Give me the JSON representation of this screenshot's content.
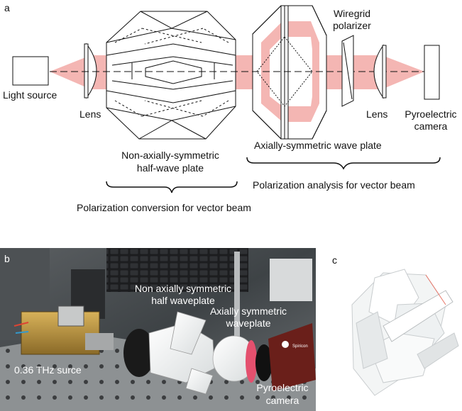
{
  "panel_a": {
    "letter": "a",
    "labels": {
      "light_source": "Light source",
      "lens_left": "Lens",
      "non_axial_line1": "Non-axially-symmetric",
      "non_axial_line2": "half-wave plate",
      "axial_wave_plate": "Axially-symmetric wave plate",
      "wiregrid_line1": "Wiregrid",
      "wiregrid_line2": "polarizer",
      "lens_right": "Lens",
      "pyro_line1": "Pyroelectric",
      "pyro_line2": "camera",
      "polarization_conversion": "Polarization conversion for vector beam",
      "polarization_analysis": "Polarization analysis for vector beam"
    },
    "colors": {
      "beam": "#f4b6b3",
      "line": "#111111"
    }
  },
  "panel_b": {
    "letter": "b",
    "labels": {
      "non_axial_line1": "Non axially symmetric",
      "non_axial_line2": "half waveplate",
      "axial_line1": "Axially symmetric",
      "axial_line2": "waveplate",
      "source": "0.36 THz surce",
      "pyro_line1": "Pyroelectric",
      "pyro_line2": "camera",
      "sticker": "Spiricon"
    }
  },
  "panel_c": {
    "letter": "c"
  }
}
